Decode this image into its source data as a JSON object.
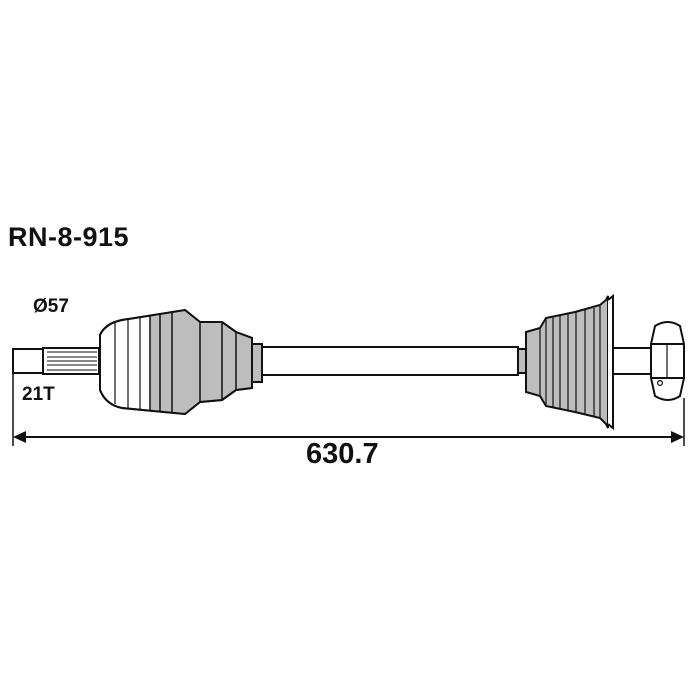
{
  "part_number": "RN-8-915",
  "spline_diameter": "Ø57",
  "spline_teeth": "21T",
  "overall_length": "630.7",
  "colors": {
    "outline": "#111111",
    "boot_gray": "#bdbdbd",
    "background": "#ffffff"
  }
}
